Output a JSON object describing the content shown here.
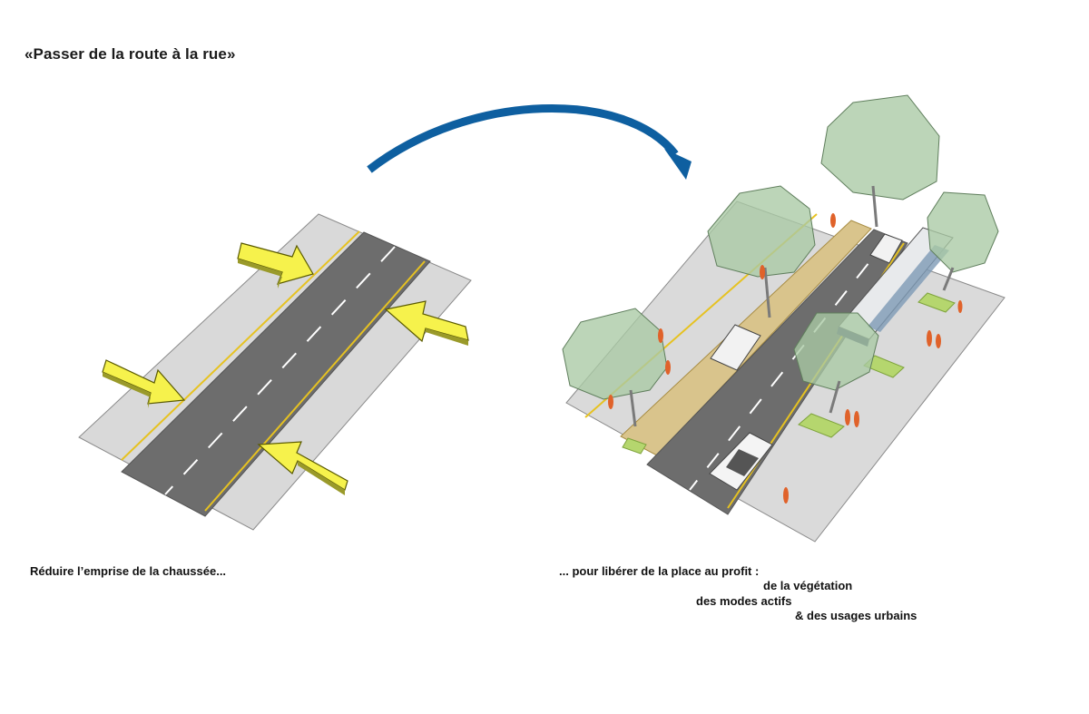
{
  "title": "«Passer de la route à la rue»",
  "left_caption": "Réduire l’emprise de la chaussée...",
  "right_caption": {
    "line1": "... pour libérer de la place au profit :",
    "line2": "de la végétation",
    "line3": "des modes actifs",
    "line4": "& des usages urbains"
  },
  "colors": {
    "sidewalk": "#d9d9d9",
    "road": "#6e6e6e",
    "arrow_yellow": "#f6f24c",
    "curve_arrow": "#0e5fa0",
    "tree": "#a9c9a4",
    "bike_lane": "#d9c48c",
    "grass": "#b5d66e",
    "pedestrian": "#e0622a"
  }
}
